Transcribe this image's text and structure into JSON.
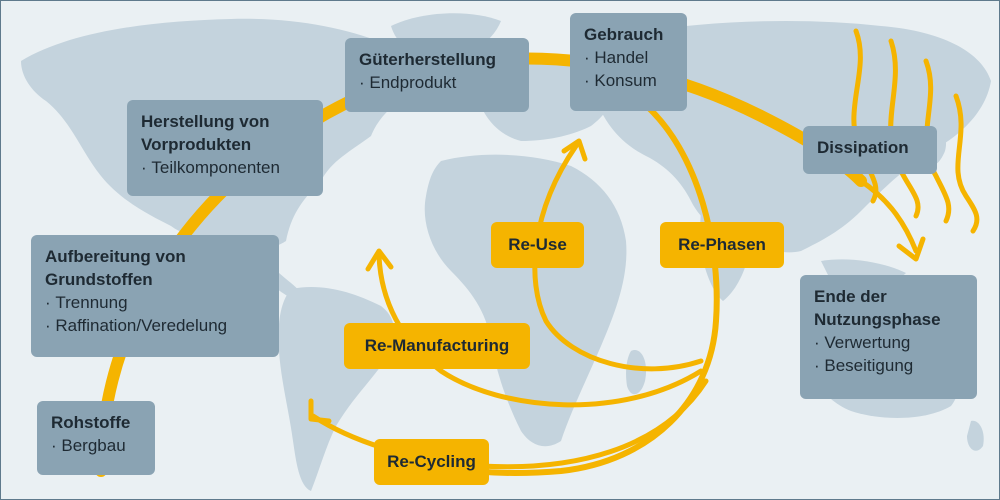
{
  "colors": {
    "map_land": "#c4d3dd",
    "map_water": "#eaf0f3",
    "box_bg": "#8aa3b3",
    "flow": "#f5b400",
    "text": "#1e2a33"
  },
  "stages": {
    "rohstoffe": {
      "title": "Rohstoffe",
      "items": [
        "Bergbau"
      ]
    },
    "aufbereitung": {
      "title": "Aufbereitung von Grundstoffen",
      "items": [
        "Trennung",
        "Raffination/Veredelung"
      ]
    },
    "vorprodukte": {
      "title": "Herstellung von Vorprodukten",
      "items": [
        "Teilkomponenten"
      ]
    },
    "gueter": {
      "title": "Güterherstellung",
      "items": [
        "Endprodukt"
      ]
    },
    "gebrauch": {
      "title": "Gebrauch",
      "items": [
        "Handel",
        "Konsum"
      ]
    },
    "dissipation": {
      "title": "Dissipation"
    },
    "ende": {
      "title": "Ende der Nutzungsphase",
      "items": [
        "Verwertung",
        "Beseitigung"
      ]
    }
  },
  "loops": {
    "reuse": "Re-Use",
    "rephasen": "Re-Phasen",
    "remanufacturing": "Re-Manufacturing",
    "recycling": "Re-Cycling"
  }
}
